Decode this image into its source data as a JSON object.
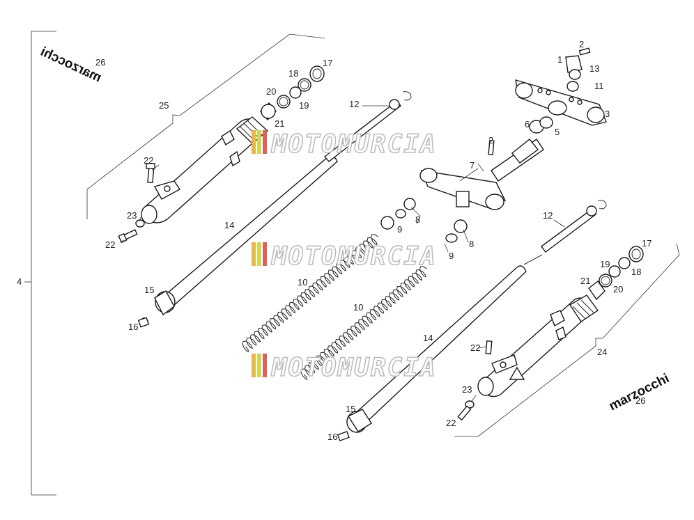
{
  "assembly_number": "4",
  "brand": {
    "left": "marzocchi",
    "right": "marzocchi"
  },
  "watermark": {
    "text": "MOTOMURCIA",
    "stripe_colors": [
      "#e8b64c",
      "#cfd94e",
      "#e06060"
    ]
  },
  "callouts": {
    "c1": "1",
    "c2a": "2",
    "c2b": "2",
    "c3": "3",
    "c5": "5",
    "c6": "6",
    "c7": "7",
    "c8a": "8",
    "c8b": "8",
    "c9a": "9",
    "c9b": "9",
    "c10a": "10",
    "c10b": "10",
    "c11": "11",
    "c12a": "12",
    "c12b": "12",
    "c13": "13",
    "c14a": "14",
    "c14b": "14",
    "c15a": "15",
    "c15b": "15",
    "c16a": "16",
    "c16b": "16",
    "c17a": "17",
    "c17b": "17",
    "c18a": "18",
    "c18b": "18",
    "c19a": "19",
    "c19b": "19",
    "c20a": "20",
    "c20b": "20",
    "c21a": "21",
    "c21b": "21",
    "c22a": "22",
    "c22b": "22",
    "c22c": "22",
    "c22d": "22",
    "c23a": "23",
    "c23b": "23",
    "c24": "24",
    "c25": "25",
    "c26a": "26",
    "c26b": "26"
  }
}
